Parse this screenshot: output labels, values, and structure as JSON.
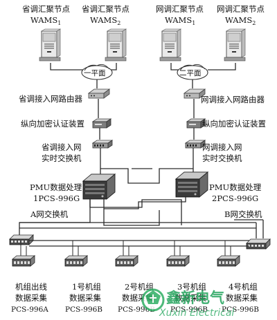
{
  "nodes": {
    "left_top_server": {
      "line1": "省调汇聚节点",
      "line2": "WAMS",
      "sub": "1"
    },
    "left_top_server2": {
      "line1": "省调汇聚节点",
      "line2": "WAMS",
      "sub": "2"
    },
    "right_top_server": {
      "line1": "网调汇聚节点",
      "line2": "WAMS",
      "sub": "1"
    },
    "right_top_server2": {
      "line1": "网调汇聚节点",
      "line2": "WAMS",
      "sub": "2"
    }
  },
  "planes": {
    "left": "一平面",
    "right": "二平面"
  },
  "devices": {
    "left_router": "省调接入网路由器",
    "right_router": "网调接入网路由器",
    "left_crypto": "纵向加密认证装置",
    "right_crypto": "纵向加密认证装置",
    "left_switch_l1": "省调接入网",
    "left_switch_l2": "实时交换机",
    "right_switch_l1": "网调接入网",
    "right_switch_l2": "实时交换机",
    "left_pmu_l1": "PMU数据处理",
    "left_pmu_l2": "1PCS-996G",
    "right_pmu_l1": "PMU数据处理",
    "right_pmu_l2": "2PCS-996G",
    "a_switch": "A网交换机",
    "b_switch": "B网交换机"
  },
  "collectors": [
    {
      "l1": "机组出线",
      "l2": "数据采集",
      "l3": "PCS-996A"
    },
    {
      "l1": "1号机组",
      "l2": "数据采集",
      "l3": "PCS-996B"
    },
    {
      "l1": "2号机组",
      "l2": "数据采集",
      "l3": "PCS-996B"
    },
    {
      "l1": "3号机组",
      "l2": "数据采集",
      "l3": "PCS-996B"
    },
    {
      "l1": "4号机组",
      "l2": "数据采集",
      "l3": "PCS-996B"
    }
  ],
  "watermark": {
    "brand": "鑫新电气",
    "sub": "Xuxin Electrical"
  }
}
